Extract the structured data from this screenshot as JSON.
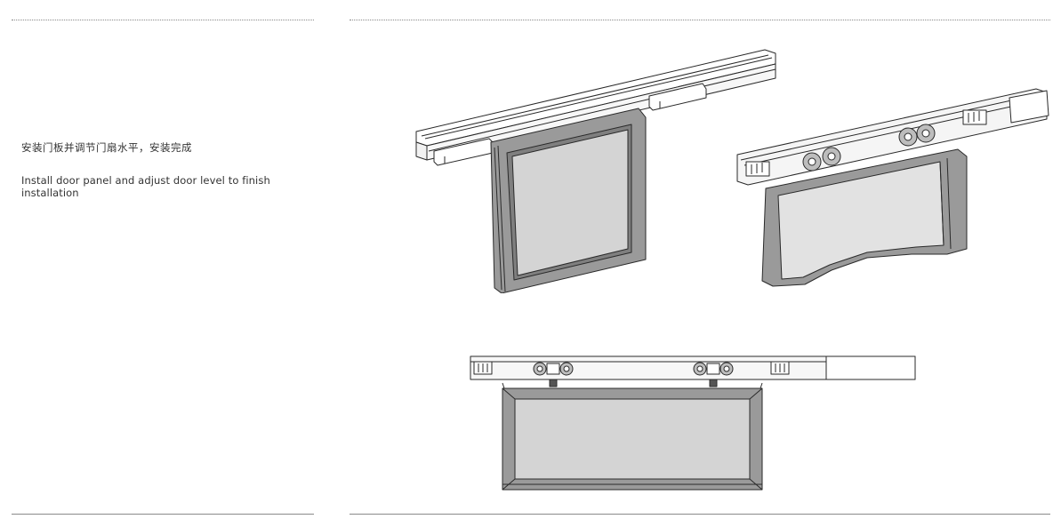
{
  "instructions": {
    "zh": "安装门板并调节门扇水平，安装完成",
    "en": "Install door panel  and adjust door level to finish installation"
  },
  "colors": {
    "line": "#8a8a8a",
    "outline": "#2a2a2a",
    "frame_gray": "#9a9a9a",
    "frame_dark": "#7f7f7f",
    "glass": "#d4d4d4",
    "panel_light": "#e2e2e2"
  },
  "figures": [
    {
      "name": "track-with-framed-door",
      "icon": "door-track-angled"
    },
    {
      "name": "track-with-rollers-and-door",
      "icon": "door-roller-angled"
    },
    {
      "name": "front-view-track-and-door",
      "icon": "door-front-view"
    }
  ]
}
